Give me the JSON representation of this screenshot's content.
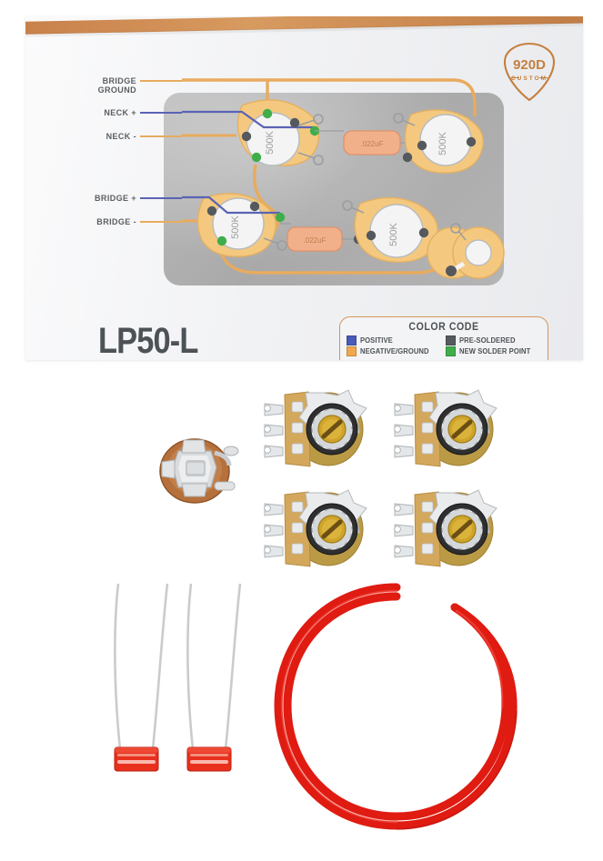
{
  "product": {
    "brand": "920D",
    "brand_sub": "CUSTOM",
    "model": "LP50-L",
    "alt": "920D Custom LP50-L guitar wiring harness kit"
  },
  "diagram": {
    "labels": [
      {
        "id": "bridge-ground",
        "line1": "BRIDGE",
        "line2": "GROUND",
        "wire": "negative"
      },
      {
        "id": "neck-positive",
        "line1": "NECK +",
        "line2": "",
        "wire": "positive"
      },
      {
        "id": "neck-negative",
        "line1": "NECK -",
        "line2": "",
        "wire": "negative"
      },
      {
        "id": "bridge-positive",
        "line1": "BRIDGE +",
        "line2": "",
        "wire": "positive"
      },
      {
        "id": "bridge-negative",
        "line1": "BRIDGE -",
        "line2": "",
        "wire": "negative"
      }
    ],
    "pots": [
      {
        "id": "neck-volume",
        "value": "500K"
      },
      {
        "id": "neck-tone",
        "value": "500K"
      },
      {
        "id": "bridge-volume",
        "value": "500K"
      },
      {
        "id": "bridge-tone",
        "value": "500K"
      }
    ],
    "capacitors": [
      {
        "id": "neck-tone-cap",
        "value": ".022uF"
      },
      {
        "id": "bridge-tone-cap",
        "value": ".022uF"
      }
    ],
    "output_jack_label": ""
  },
  "legend": {
    "title": "COLOR CODE",
    "items": [
      {
        "label": "POSITIVE",
        "color": "#4a5ab8"
      },
      {
        "label": "PRE-SOLDERED",
        "color": "#555a5e"
      },
      {
        "label": "NEGATIVE/GROUND",
        "color": "#f0a84e"
      },
      {
        "label": "NEW SOLDER POINT",
        "color": "#3fae4a"
      }
    ]
  },
  "components": [
    {
      "id": "output-jack",
      "name": "output jack",
      "count": 1
    },
    {
      "id": "potentiometer-1",
      "name": "500K potentiometer",
      "count": 1
    },
    {
      "id": "potentiometer-2",
      "name": "500K potentiometer",
      "count": 1
    },
    {
      "id": "potentiometer-3",
      "name": "500K potentiometer",
      "count": 1
    },
    {
      "id": "potentiometer-4",
      "name": "500K potentiometer",
      "count": 1
    },
    {
      "id": "capacitor-1",
      "name": "orange drop capacitor",
      "count": 1
    },
    {
      "id": "capacitor-2",
      "name": "orange drop capacitor",
      "count": 1
    },
    {
      "id": "hookup-wire",
      "name": "red cloth hookup wire",
      "count": 1
    }
  ],
  "colors": {
    "copper": "#c8804a",
    "positive": "#4a5ab8",
    "negative": "#f0a84e",
    "presoldered": "#555a5e",
    "new_solder": "#3fae4a",
    "card_bg": "#f1f2f4",
    "plate": "#b0b0b0",
    "text": "#4c5256",
    "wire_red": "#e01b11",
    "cap_red": "#e8301c",
    "pot_brass": "#c9a227"
  }
}
